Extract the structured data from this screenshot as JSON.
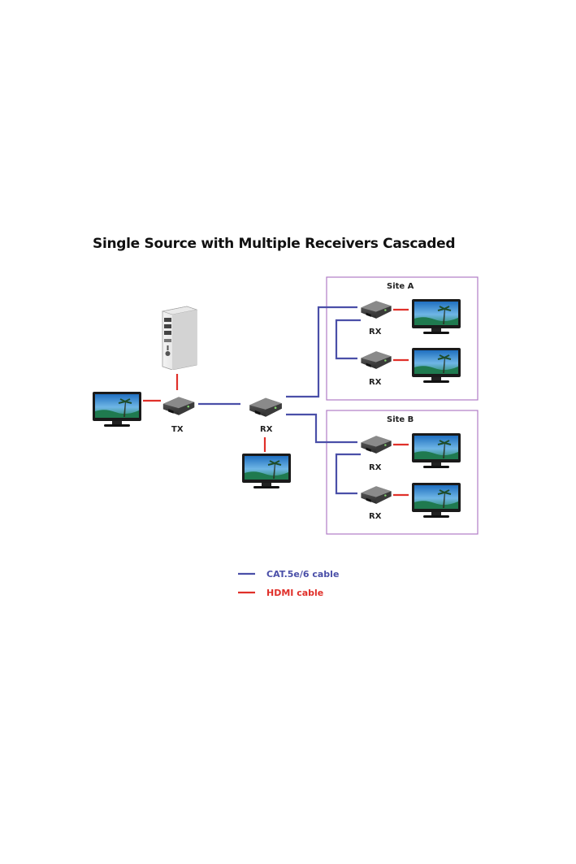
{
  "title": "Single Source with Multiple Receivers Cascaded",
  "sites": [
    {
      "label": "Site A"
    },
    {
      "label": "Site B"
    }
  ],
  "devices": {
    "tx": "TX",
    "rx_main": "RX",
    "rx_a1": "RX",
    "rx_a2": "RX",
    "rx_b1": "RX",
    "rx_b2": "RX"
  },
  "legend": [
    {
      "label": "CAT.5e/6 cable",
      "color": "#4a4fa8"
    },
    {
      "label": "HDMI cable",
      "color": "#e0302a"
    }
  ],
  "colors": {
    "cat_cable": "#4a4fa8",
    "hdmi_cable": "#e0302a",
    "site_border": "#b07cc6"
  }
}
